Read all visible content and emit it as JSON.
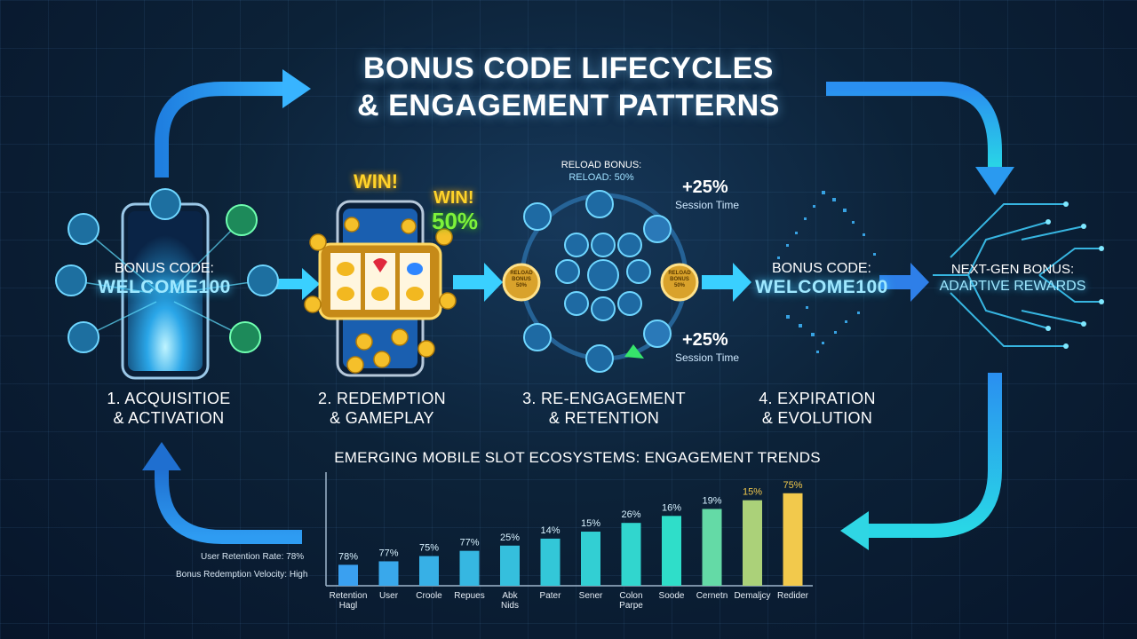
{
  "header": {
    "title_line1": "BONUS CODE LIFECYCLES",
    "title_line2": "& ENGAGEMENT PATTERNS"
  },
  "stages": [
    {
      "line1": "1. ACQUISITIOE",
      "line2": "& ACTIVATION"
    },
    {
      "line1": "2. REDEMPTION",
      "line2": "& GAMEPLAY"
    },
    {
      "line1": "3. RE-ENGAGEMENT",
      "line2": "& RETENTION"
    },
    {
      "line1": "4. EXPIRATION",
      "line2": "& EVOLUTION"
    }
  ],
  "phone1": {
    "code_title": "BONUS CODE:",
    "code_value": "WELCOME100"
  },
  "slot": {
    "win1": "WIN!",
    "win2": "WIN!",
    "win2_pct": "50%"
  },
  "reengage": {
    "reload_title": "RELOAD BONUS:",
    "reload_value": "RELOAD: 50%",
    "stat_top": "+25%",
    "stat_top_label": "Session Time",
    "stat_bottom": "+25%",
    "stat_bottom_label": "Session Time",
    "coin_left": "RELOAD BONUS 50%",
    "coin_right": "RELOAD BONUS 50%"
  },
  "expiration": {
    "code_title": "BONUS CODE:",
    "code_value": "WELCOME100"
  },
  "nextgen": {
    "title": "NEXT-GEN BONUS:",
    "value": "ADAPTIVE REWARDS"
  },
  "side_notes": {
    "retention": "User Retention Rate: 78%",
    "velocity": "Bonus Redemption Velocity: High"
  },
  "colors": {
    "arrow_blue": "#2e9cf2",
    "arrow_cyan": "#29d7e6",
    "bar_start": "#3aa0f0",
    "bar_mid": "#2fe0c8",
    "bar_end": "#f2c94c"
  },
  "chart_data": {
    "type": "bar",
    "title": "EMERGING MOBILE SLOT ECOSYSTEMS: ENGAGEMENT TRENDS",
    "categories": [
      "Retention Hagl",
      "User",
      "Croole",
      "Repues",
      "Abk Nids",
      "Pater",
      "Sener",
      "Colon Parpe",
      "Soode",
      "Cernetn",
      "Demaljcy",
      "Redider"
    ],
    "value_labels": [
      "78%",
      "77%",
      "75%",
      "77%",
      "25%",
      "14%",
      "15%",
      "26%",
      "16%",
      "19%",
      "15%",
      "75%"
    ],
    "values": [
      12,
      14,
      17,
      20,
      23,
      27,
      31,
      36,
      40,
      44,
      49,
      53
    ],
    "ylim": [
      0,
      60
    ],
    "xlabel": "",
    "ylabel": ""
  }
}
